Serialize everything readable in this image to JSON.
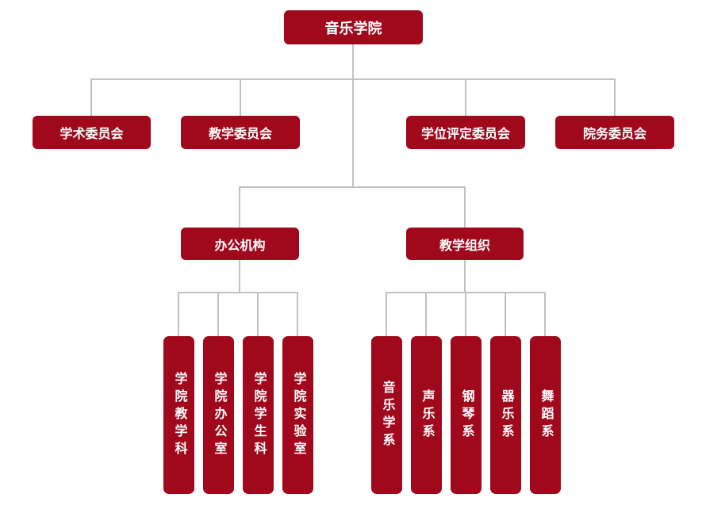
{
  "palette": {
    "node_fill": "#a0081c",
    "node_text": "#ffffff",
    "connector": "#c1c1c1",
    "background": "#ffffff"
  },
  "org": {
    "root": {
      "label": "音乐学院"
    },
    "committees": [
      {
        "label": "学术委员会"
      },
      {
        "label": "教学委员会"
      },
      {
        "label": "学位评定委员会"
      },
      {
        "label": "院务委员会"
      }
    ],
    "branches": [
      {
        "label": "办公机构",
        "children": [
          {
            "label": "学院教学科"
          },
          {
            "label": "学院办公室"
          },
          {
            "label": "学院学生科"
          },
          {
            "label": "学院实验室"
          }
        ]
      },
      {
        "label": "教学组织",
        "children": [
          {
            "label": "音乐学系"
          },
          {
            "label": "声乐系"
          },
          {
            "label": "钢琴系"
          },
          {
            "label": "器乐系"
          },
          {
            "label": "舞蹈系"
          }
        ]
      }
    ]
  }
}
